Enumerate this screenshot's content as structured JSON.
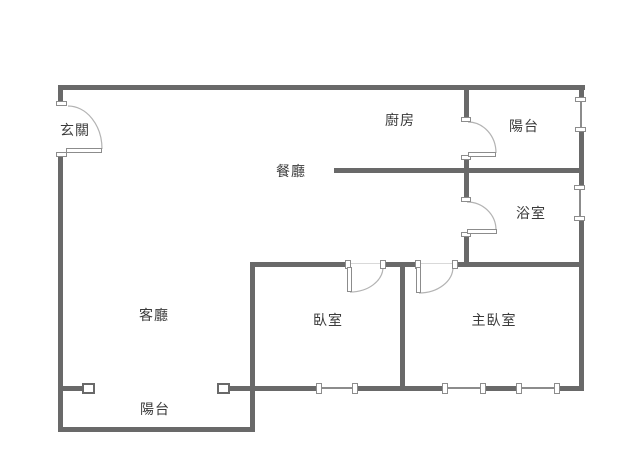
{
  "colors": {
    "background": "#ffffff",
    "wall": "#696969",
    "door_frame": "#8c8c8c",
    "swing_arc": "#b3b3b3",
    "window_glass": "#8c8c8c",
    "door_threshold": "#d9d9d9",
    "label_text": "#3a3a3a"
  },
  "rooms": [
    {
      "id": "entry",
      "label": "玄關"
    },
    {
      "id": "kitchen",
      "label": "廚房"
    },
    {
      "id": "balcony-top",
      "label": "陽台"
    },
    {
      "id": "dining",
      "label": "餐廳"
    },
    {
      "id": "bathroom",
      "label": "浴室"
    },
    {
      "id": "living",
      "label": "客廳"
    },
    {
      "id": "bedroom",
      "label": "臥室"
    },
    {
      "id": "master-bedroom",
      "label": "主臥室"
    },
    {
      "id": "balcony-bottom",
      "label": "陽台"
    }
  ]
}
